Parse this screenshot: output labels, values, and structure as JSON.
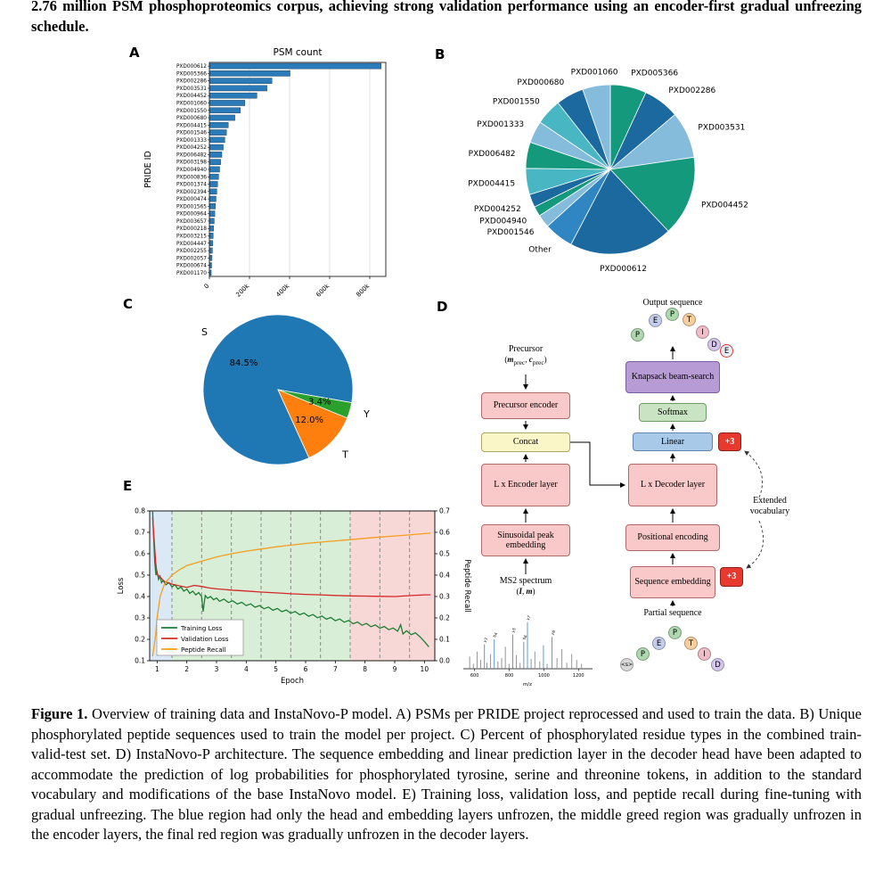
{
  "top_text": "2.76 million PSM phosphoproteomics corpus, achieving strong validation performance using an encoder-first gradual unfreezing schedule.",
  "figure_label": "Figure 1.",
  "caption": "Overview of training data and InstaNovo-P model. A) PSMs per PRIDE project reprocessed and used to train the data. B) Unique phosphorylated peptide sequences used to train the model per project. C) Percent of phosphorylated residue types in the combined train-valid-test set. D) InstaNovo-P architecture. The sequence embedding and linear prediction layer in the decoder head have been adapted to accommodate the prediction of log probabilities for phosphorylated tyrosine, serine and threonine tokens, in addition to the standard vocabulary and modifications of the base InstaNovo model. E) Training loss, validation loss, and peptide recall during fine-tuning with gradual unfreezing. The blue region had only the head and embedding layers unfrozen, the middle greed region was gradually unfrozen in the encoder layers, the final red region was gradually unfrozen in the decoder layers.",
  "panel_labels": {
    "a": "A",
    "b": "B",
    "c": "C",
    "d": "D",
    "e": "E"
  },
  "chart_data": [
    {
      "id": "psm_bar",
      "type": "bar",
      "title": "PSM count",
      "ylabel": "PRIDE ID",
      "xticks": [
        "0",
        "200k",
        "400k",
        "600k",
        "800k"
      ],
      "xtick_values": [
        0,
        200000,
        400000,
        600000,
        800000
      ],
      "xmax": 880000,
      "bar_color": "#2b7bb9",
      "categories": [
        "PXD000612",
        "PXD005366",
        "PXD002286",
        "PXD003531",
        "PXD004452",
        "PXD001060",
        "PXD001550",
        "PXD000680",
        "PXD004415",
        "PXD001546",
        "PXD001333",
        "PXD004252",
        "PXD006482",
        "PXD003198",
        "PXD004940",
        "PXD000836",
        "PXD001374",
        "PXD002394",
        "PXD000474",
        "PXD001565",
        "PXD000964",
        "PXD003657",
        "PXD000218",
        "PXD003215",
        "PXD004447",
        "PXD002255",
        "PXD002057",
        "PXD000674",
        "PXD001170"
      ],
      "values": [
        855000,
        400000,
        310000,
        285000,
        235000,
        175000,
        152000,
        125000,
        92000,
        83000,
        75000,
        67000,
        60000,
        54000,
        49000,
        44000,
        39000,
        35000,
        31000,
        28000,
        25000,
        22000,
        19000,
        17000,
        15000,
        13000,
        11000,
        9000,
        7000
      ]
    },
    {
      "id": "project_pie",
      "type": "pie",
      "start_angle": 90,
      "clockwise": true,
      "label_dist": 13,
      "font_size": 9,
      "slices": [
        {
          "label": "PXD005366",
          "value": 6.9,
          "color": "#15997c"
        },
        {
          "label": "PXD002286",
          "value": 6.9,
          "color": "#1b699e"
        },
        {
          "label": "PXD003531",
          "value": 8.9,
          "color": "#85bcdb"
        },
        {
          "label": "PXD004452",
          "value": 15.3,
          "color": "#15997c"
        },
        {
          "label": "PXD000612",
          "value": 19.7,
          "color": "#1b699e"
        },
        {
          "label": "Other",
          "value": 5.6,
          "color": "#2f86c2"
        },
        {
          "label": "PXD001546",
          "value": 2.5,
          "color": "#85bcdb"
        },
        {
          "label": "PXD004940",
          "value": 1.9,
          "color": "#15997c"
        },
        {
          "label": "PXD004252",
          "value": 2.5,
          "color": "#1b699e"
        },
        {
          "label": "PXD004415",
          "value": 5.0,
          "color": "#49b6c4"
        },
        {
          "label": "PXD006482",
          "value": 5.0,
          "color": "#15997c"
        },
        {
          "label": "PXD001333",
          "value": 4.2,
          "color": "#85bcdb"
        },
        {
          "label": "PXD001550",
          "value": 5.0,
          "color": "#49b6c4"
        },
        {
          "label": "PXD000680",
          "value": 5.3,
          "color": "#1b699e"
        },
        {
          "label": "PXD001060",
          "value": 5.3,
          "color": "#85bcdb"
        }
      ]
    },
    {
      "id": "residue_pie",
      "type": "pie",
      "start_angle": -10,
      "clockwise": false,
      "label_dist": 16,
      "font_size": 11,
      "pct_font_size": 10,
      "slices": [
        {
          "label": "S",
          "pct": "84.5%",
          "value": 84.5,
          "color": "#1f77b4"
        },
        {
          "label": "T",
          "pct": "12.0%",
          "value": 12.0,
          "color": "#ff7f0e"
        },
        {
          "label": "Y",
          "pct": "3.4%",
          "value": 3.4,
          "color": "#2ca02c"
        }
      ]
    },
    {
      "id": "training_curves",
      "type": "line",
      "xlabel": "Epoch",
      "ylabel_left": "Loss",
      "ylabel_right": "Peptide Recall",
      "xlim": [
        0.75,
        10.35
      ],
      "ylim_left": [
        0.1,
        0.8
      ],
      "ylim_right": [
        0.0,
        0.7
      ],
      "xticks": [
        1,
        2,
        3,
        4,
        5,
        6,
        7,
        8,
        9,
        10
      ],
      "yticks_left": [
        0.1,
        0.2,
        0.3,
        0.4,
        0.5,
        0.6,
        0.7,
        0.8
      ],
      "yticks_right": [
        0.0,
        0.1,
        0.2,
        0.3,
        0.4,
        0.5,
        0.6,
        0.7
      ],
      "regions": [
        {
          "from": 0.75,
          "to": 1.5,
          "color": "#dbe9f6"
        },
        {
          "from": 1.5,
          "to": 7.5,
          "color": "#d8eed6"
        },
        {
          "from": 7.5,
          "to": 10.35,
          "color": "#f8d8d6"
        }
      ],
      "dashed_lines": [
        1.5,
        2.5,
        3.5,
        4.5,
        5.5,
        6.5,
        7.5,
        8.5,
        9.5
      ],
      "series": [
        {
          "name": "Training Loss",
          "axis": "left",
          "color": "#1e7d34",
          "points": [
            [
              0.85,
              0.8
            ],
            [
              0.88,
              0.69
            ],
            [
              0.92,
              0.56
            ],
            [
              0.96,
              0.5
            ],
            [
              1.0,
              0.515
            ],
            [
              1.05,
              0.48
            ],
            [
              1.1,
              0.495
            ],
            [
              1.15,
              0.465
            ],
            [
              1.2,
              0.475
            ],
            [
              1.3,
              0.455
            ],
            [
              1.4,
              0.465
            ],
            [
              1.5,
              0.445
            ],
            [
              1.6,
              0.455
            ],
            [
              1.7,
              0.435
            ],
            [
              1.8,
              0.445
            ],
            [
              1.9,
              0.425
            ],
            [
              2.0,
              0.435
            ],
            [
              2.1,
              0.415
            ],
            [
              2.2,
              0.425
            ],
            [
              2.3,
              0.408
            ],
            [
              2.4,
              0.418
            ],
            [
              2.5,
              0.4
            ],
            [
              2.55,
              0.33
            ],
            [
              2.62,
              0.405
            ],
            [
              2.7,
              0.392
            ],
            [
              2.8,
              0.4
            ],
            [
              2.9,
              0.385
            ],
            [
              3.0,
              0.393
            ],
            [
              3.1,
              0.378
            ],
            [
              3.25,
              0.388
            ],
            [
              3.4,
              0.372
            ],
            [
              3.55,
              0.38
            ],
            [
              3.7,
              0.365
            ],
            [
              3.85,
              0.373
            ],
            [
              4.0,
              0.358
            ],
            [
              4.15,
              0.366
            ],
            [
              4.3,
              0.35
            ],
            [
              4.45,
              0.358
            ],
            [
              4.6,
              0.343
            ],
            [
              4.75,
              0.351
            ],
            [
              4.9,
              0.336
            ],
            [
              5.05,
              0.344
            ],
            [
              5.2,
              0.329
            ],
            [
              5.35,
              0.337
            ],
            [
              5.5,
              0.322
            ],
            [
              5.65,
              0.33
            ],
            [
              5.8,
              0.315
            ],
            [
              5.95,
              0.323
            ],
            [
              6.1,
              0.308
            ],
            [
              6.25,
              0.316
            ],
            [
              6.4,
              0.301
            ],
            [
              6.55,
              0.309
            ],
            [
              6.7,
              0.294
            ],
            [
              6.85,
              0.302
            ],
            [
              7.0,
              0.287
            ],
            [
              7.15,
              0.295
            ],
            [
              7.3,
              0.28
            ],
            [
              7.45,
              0.288
            ],
            [
              7.6,
              0.273
            ],
            [
              7.75,
              0.281
            ],
            [
              7.9,
              0.266
            ],
            [
              8.05,
              0.274
            ],
            [
              8.2,
              0.259
            ],
            [
              8.35,
              0.267
            ],
            [
              8.5,
              0.252
            ],
            [
              8.65,
              0.26
            ],
            [
              8.8,
              0.245
            ],
            [
              8.95,
              0.253
            ],
            [
              9.1,
              0.238
            ],
            [
              9.2,
              0.268
            ],
            [
              9.28,
              0.225
            ],
            [
              9.4,
              0.24
            ],
            [
              9.55,
              0.222
            ],
            [
              9.7,
              0.23
            ],
            [
              9.85,
              0.212
            ],
            [
              10.0,
              0.19
            ],
            [
              10.15,
              0.165
            ]
          ]
        },
        {
          "name": "Validation Loss",
          "axis": "left",
          "color": "#d62728",
          "points": [
            [
              0.85,
              0.77
            ],
            [
              0.95,
              0.56
            ],
            [
              1.0,
              0.505
            ],
            [
              1.25,
              0.47
            ],
            [
              1.5,
              0.458
            ],
            [
              1.75,
              0.45
            ],
            [
              2.0,
              0.443
            ],
            [
              2.25,
              0.452
            ],
            [
              2.5,
              0.447
            ],
            [
              2.75,
              0.44
            ],
            [
              3.0,
              0.436
            ],
            [
              3.5,
              0.43
            ],
            [
              4.0,
              0.426
            ],
            [
              4.5,
              0.421
            ],
            [
              5.0,
              0.417
            ],
            [
              5.5,
              0.413
            ],
            [
              6.0,
              0.41
            ],
            [
              6.5,
              0.408
            ],
            [
              7.0,
              0.405
            ],
            [
              7.5,
              0.403
            ],
            [
              8.0,
              0.402
            ],
            [
              8.5,
              0.401
            ],
            [
              9.0,
              0.4
            ],
            [
              9.5,
              0.404
            ],
            [
              10.0,
              0.408
            ],
            [
              10.2,
              0.408
            ]
          ]
        },
        {
          "name": "Peptide Recall",
          "axis": "right",
          "color": "#f59e1e",
          "points": [
            [
              0.85,
              0.02
            ],
            [
              0.95,
              0.12
            ],
            [
              1.0,
              0.2
            ],
            [
              1.1,
              0.3
            ],
            [
              1.25,
              0.36
            ],
            [
              1.5,
              0.4
            ],
            [
              1.75,
              0.425
            ],
            [
              2.0,
              0.445
            ],
            [
              2.5,
              0.465
            ],
            [
              3.0,
              0.485
            ],
            [
              3.5,
              0.5
            ],
            [
              4.0,
              0.512
            ],
            [
              4.5,
              0.522
            ],
            [
              5.0,
              0.532
            ],
            [
              5.5,
              0.54
            ],
            [
              6.0,
              0.548
            ],
            [
              6.5,
              0.554
            ],
            [
              7.0,
              0.56
            ],
            [
              7.5,
              0.566
            ],
            [
              8.0,
              0.572
            ],
            [
              8.5,
              0.578
            ],
            [
              9.0,
              0.583
            ],
            [
              9.5,
              0.588
            ],
            [
              10.0,
              0.594
            ],
            [
              10.2,
              0.596
            ]
          ]
        }
      ],
      "legend": [
        "Training Loss",
        "Validation Loss",
        "Peptide Recall"
      ]
    },
    {
      "id": "ms2",
      "type": "spectrum",
      "xlabel": "m/z",
      "xticks": [
        "600",
        "800",
        "1000",
        "1200"
      ],
      "xtick_pos": [
        0.07,
        0.352,
        0.634,
        0.915
      ],
      "peaks": [
        [
          0.03,
          0.25
        ],
        [
          0.06,
          0.1
        ],
        [
          0.09,
          0.35
        ],
        [
          0.12,
          0.18
        ],
        [
          0.15,
          0.5,
          "y3"
        ],
        [
          0.17,
          0.12
        ],
        [
          0.2,
          0.3
        ],
        [
          0.23,
          0.6,
          "b4"
        ],
        [
          0.26,
          0.15
        ],
        [
          0.29,
          0.22
        ],
        [
          0.32,
          0.45
        ],
        [
          0.35,
          0.1
        ],
        [
          0.38,
          0.7,
          "y5"
        ],
        [
          0.41,
          0.28
        ],
        [
          0.44,
          0.12
        ],
        [
          0.47,
          0.55,
          "b6"
        ],
        [
          0.5,
          0.95,
          "y7"
        ],
        [
          0.53,
          0.2
        ],
        [
          0.56,
          0.35
        ],
        [
          0.6,
          0.15
        ],
        [
          0.63,
          0.48
        ],
        [
          0.66,
          0.1
        ],
        [
          0.7,
          0.65,
          "y8"
        ],
        [
          0.74,
          0.22
        ],
        [
          0.78,
          0.4
        ],
        [
          0.82,
          0.12
        ],
        [
          0.86,
          0.3
        ],
        [
          0.9,
          0.18
        ],
        [
          0.94,
          0.1
        ]
      ]
    }
  ],
  "diagram": {
    "output_sequence_label": "Output sequence",
    "partial_sequence_label": "Partial sequence",
    "precursor_label": "Precursor",
    "precursor_sub": {
      "open": "(",
      "m": "m",
      "msub": "prec",
      "sep": ", ",
      "c": "c",
      "csub": "prec",
      "close": ")"
    },
    "ms2_label": "MS2 spectrum",
    "ms2_sub": {
      "open": "(",
      "i": "I",
      "sep": ", ",
      "m": "m",
      "close": ")"
    },
    "extended_vocab": "Extended vocabulary",
    "boxes": {
      "precursor_encoder": "Precursor encoder",
      "concat": "Concat",
      "encoder_layer": "L x Encoder layer",
      "sinusoidal": "Sinusoidal peak embedding",
      "knapsack": "Knapsack beam-search",
      "softmax": "Softmax",
      "linear": "Linear",
      "plus3": "+3",
      "decoder_layer": "L x Decoder layer",
      "positional": "Positional encoding",
      "seq_embedding": "Sequence embedding"
    },
    "output_tokens": [
      {
        "t": "P",
        "c": "#aed9ae"
      },
      {
        "t": "E",
        "c": "#c4cdeb"
      },
      {
        "t": "P",
        "c": "#aed9ae"
      },
      {
        "t": "T",
        "c": "#f5cfa0"
      },
      {
        "t": "I",
        "c": "#f0bcc8"
      },
      {
        "t": "D",
        "c": "#d4c6ea"
      },
      {
        "t": "E",
        "c": "#e8eef8",
        "ring": true
      }
    ],
    "partial_tokens": [
      {
        "t": "<s>",
        "c": "#d9d9d9"
      },
      {
        "t": "P",
        "c": "#aed9ae"
      },
      {
        "t": "E",
        "c": "#c4cdeb"
      },
      {
        "t": "P",
        "c": "#aed9ae"
      },
      {
        "t": "T",
        "c": "#f5cfa0"
      },
      {
        "t": "I",
        "c": "#f0bcc8"
      },
      {
        "t": "D",
        "c": "#d4c6ea"
      }
    ]
  }
}
